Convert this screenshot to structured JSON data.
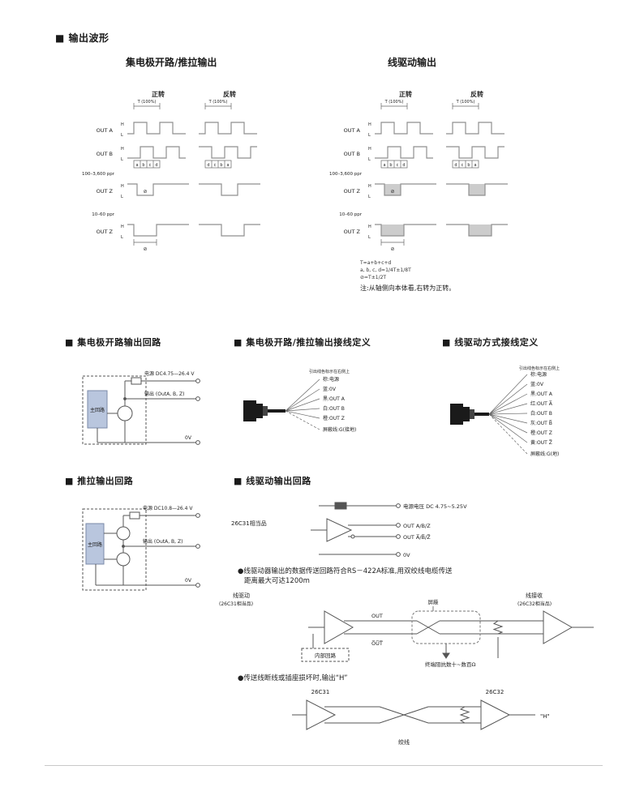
{
  "waveforms": {
    "section_title": "■ 输出波形",
    "left_title": "集电极开路/推拉输出",
    "right_title": "线驱动输出",
    "cw": "正转",
    "ccw": "反转",
    "t100": "T (100%)",
    "h": "H",
    "l": "L",
    "out_a": "OUT A",
    "out_b": "OUT B",
    "out_z": "OUT Z",
    "ppr_high": "100–3,600 ppr",
    "ppr_low": "10–60 ppr",
    "q1": "a",
    "q2": "b",
    "q3": "c",
    "q4": "d",
    "phi": "⊘",
    "formula_1": "T=a+b+c+d",
    "formula_2": "a, b, c, d=1/4T±1/8T",
    "formula_3": "⊘=T±1/2T",
    "note": "注:从轴侧向本体看,右转为正转。"
  },
  "open_collector": {
    "title": "■ 集电极开路输出回路",
    "main": "主回路",
    "power": "电源 DC4.75—26.4 V",
    "output": "输出 (OutA, B, Z)",
    "zero": "0V"
  },
  "push_pull": {
    "title": "■ 推拉输出回路",
    "main": "主回路",
    "power": "电源 DC10.8—26.4 V",
    "output": "输出 (OutA, B, Z)",
    "zero": "0V"
  },
  "wiring_oc": {
    "title": "■ 集电极开路/推拉输出接线定义",
    "note": "引出线色标示在右侧上",
    "w1": "棕:电源",
    "w2": "蓝:0V",
    "w3": "黑:OUT A",
    "w4": "白:OUT B",
    "w5": "橙:OUT Z",
    "w6": "屏蔽线:G(接地)"
  },
  "wiring_ld": {
    "title": "■ 线驱动方式接线定义",
    "note": "引出线色标示在右侧上",
    "w1": "棕:电源",
    "w2": "蓝:0V",
    "w3": "黑:OUT A",
    "w4": "红:OUT A̅",
    "w5": "白:OUT B",
    "w6": "灰:OUT B̅",
    "w7": "橙:OUT Z",
    "w8": "黄:OUT Z̅",
    "w9": "屏蔽线:G(地)"
  },
  "line_driver": {
    "title": "■ 线驱动输出回路",
    "chip": "26C31相当品",
    "power": "电源电压 DC 4.75~5.25V",
    "out_pos": "OUT A/B/Z",
    "out_neg": "OUT A̅/B̅/Z̅",
    "zero": "0V",
    "bullet1_line1": "●线驱动器输出的数据传送回路符合RS－422A标准,用双绞线电缆传送",
    "bullet1_line2": "距离最大可达1200m",
    "bullet2": "●传送线断线或插座损坏时,输出“H”"
  },
  "transmission": {
    "driver": "线驱动",
    "driver_chip": "(26C31相当品)",
    "receiver": "线接收",
    "receiver_chip": "(26C32相当品)",
    "shield": "屏蔽",
    "out_top": "OUT",
    "out_bottom": "O̅U̅T̅",
    "internal": "内部回路",
    "terminator": "终端阻抗数十~数百Ω"
  },
  "broken_line": {
    "left_chip": "26C31",
    "right_chip": "26C32",
    "output_h": "\"H\"",
    "twisted": "绞线"
  }
}
